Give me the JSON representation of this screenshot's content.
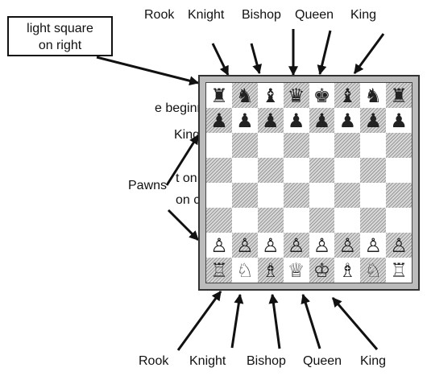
{
  "callout": {
    "line1": "light square",
    "line2": "on right"
  },
  "top_labels": {
    "rook": "Rook",
    "knight": "Knight",
    "bishop": "Bishop",
    "queen": "Queen",
    "king": "King"
  },
  "bottom_labels": {
    "rook": "Rook",
    "knight": "Knight",
    "bishop": "Bishop",
    "queen": "Queen",
    "king": "King"
  },
  "side_label": "Pawns",
  "body_text": {
    "line1": "e beginning of",
    "line2": "King with no",
    "line3": "t on right\").",
    "line4": "on color\"),"
  },
  "board": {
    "rows": [
      [
        "♜",
        "♞",
        "♝",
        "♛",
        "♚",
        "♝",
        "♞",
        "♜"
      ],
      [
        "♟",
        "♟",
        "♟",
        "♟",
        "♟",
        "♟",
        "♟",
        "♟"
      ],
      [
        "",
        "",
        "",
        "",
        "",
        "",
        "",
        ""
      ],
      [
        "",
        "",
        "",
        "",
        "",
        "",
        "",
        ""
      ],
      [
        "",
        "",
        "",
        "",
        "",
        "",
        "",
        ""
      ],
      [
        "",
        "",
        "",
        "",
        "",
        "",
        "",
        ""
      ],
      [
        "♙",
        "♙",
        "♙",
        "♙",
        "♙",
        "♙",
        "♙",
        "♙"
      ],
      [
        "♖",
        "♘",
        "♗",
        "♕",
        "♔",
        "♗",
        "♘",
        "♖"
      ]
    ],
    "piece_names": [
      [
        "black-rook",
        "black-knight",
        "black-bishop",
        "black-queen",
        "black-king",
        "black-bishop",
        "black-knight",
        "black-rook"
      ],
      [
        "black-pawn",
        "black-pawn",
        "black-pawn",
        "black-pawn",
        "black-pawn",
        "black-pawn",
        "black-pawn",
        "black-pawn"
      ],
      [],
      [],
      [],
      [],
      [
        "white-pawn",
        "white-pawn",
        "white-pawn",
        "white-pawn",
        "white-pawn",
        "white-pawn",
        "white-pawn",
        "white-pawn"
      ],
      [
        "white-rook",
        "white-knight",
        "white-bishop",
        "white-queen",
        "white-king",
        "white-bishop",
        "white-knight",
        "white-rook"
      ]
    ],
    "light_square_color": "#ffffff",
    "dark_square_color": "#d9d9d9",
    "frame_color": "#bcbcbc"
  }
}
